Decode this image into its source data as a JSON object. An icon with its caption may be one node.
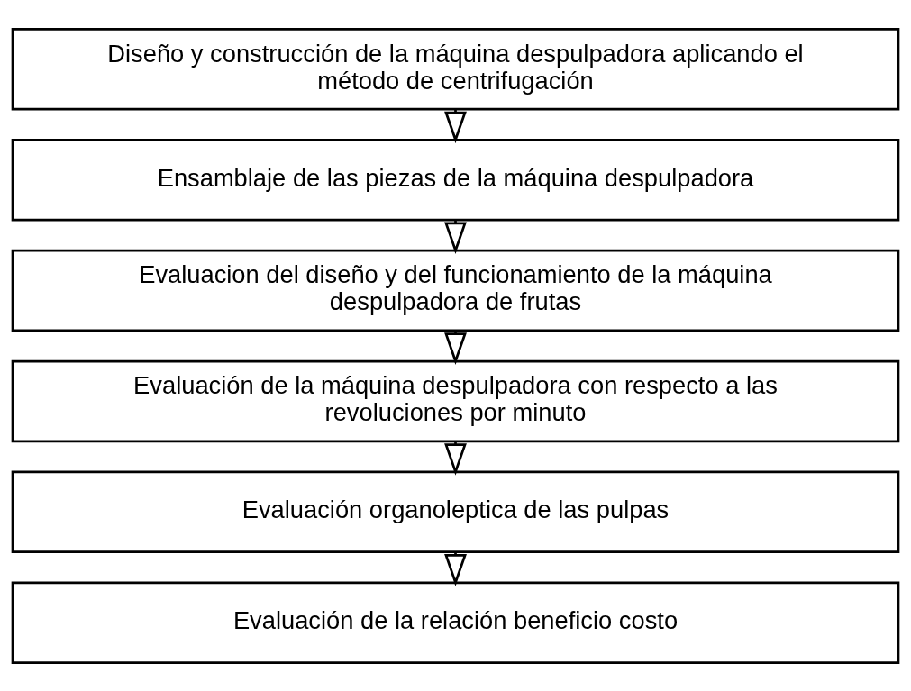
{
  "diagram": {
    "nodes": [
      {
        "text": [
          "Diseño y construcción de la máquina despulpadora aplicando el método de centrifugación"
        ]
      },
      {
        "text": [
          "Ensamblaje de las piezas de la máquina despulpadora"
        ]
      },
      {
        "text": [
          "Evaluacion del diseño y del funcionamiento de la máquina despulpadora de frutas"
        ]
      },
      {
        "text": [
          "Evaluación de la máquina despulpadora con respecto a las revoluciones por minuto"
        ]
      },
      {
        "text": [
          "Evaluación organoleptica de las pulpas"
        ]
      },
      {
        "text": [
          "Evaluación de la relación beneficio costo"
        ]
      }
    ],
    "edges": [
      {
        "from": 0,
        "to": 1,
        "arrow": "to"
      },
      {
        "from": 1,
        "to": 2,
        "arrow": "to"
      },
      {
        "from": 2,
        "to": 3,
        "arrow": "to"
      },
      {
        "from": 3,
        "to": 4,
        "arrow": "to"
      },
      {
        "from": 4,
        "to": 5,
        "arrow": "to"
      }
    ]
  }
}
